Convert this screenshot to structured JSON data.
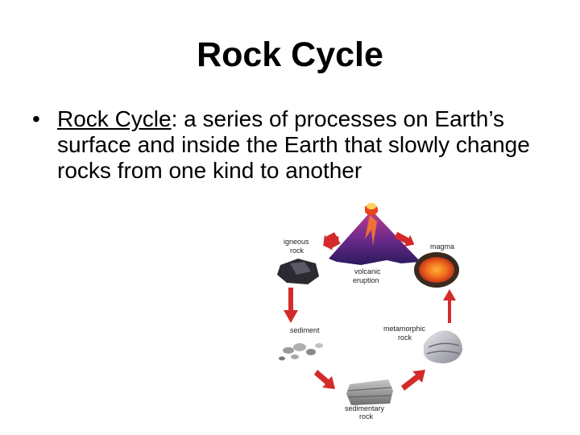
{
  "slide": {
    "title": "Rock Cycle",
    "bullet": {
      "term": "Rock Cycle",
      "definition": ": a series of processes on Earth’s surface and inside the Earth that slowly change rocks from one kind to another"
    }
  },
  "diagram": {
    "nodes": {
      "igneous": [
        "igneous",
        "rock"
      ],
      "magma": [
        "magma"
      ],
      "volcanic": [
        "volcanic",
        "eruption"
      ],
      "sediment": [
        "sediment"
      ],
      "metamorphic": [
        "metamorphic",
        "rock"
      ],
      "sedimentary": [
        "sedimentary",
        "rock"
      ]
    },
    "colors": {
      "arrow": "#d42a2a",
      "volcano": "#6b2a8c",
      "lava": "#e8421e",
      "magma_fill": "#f06a1c"
    }
  }
}
